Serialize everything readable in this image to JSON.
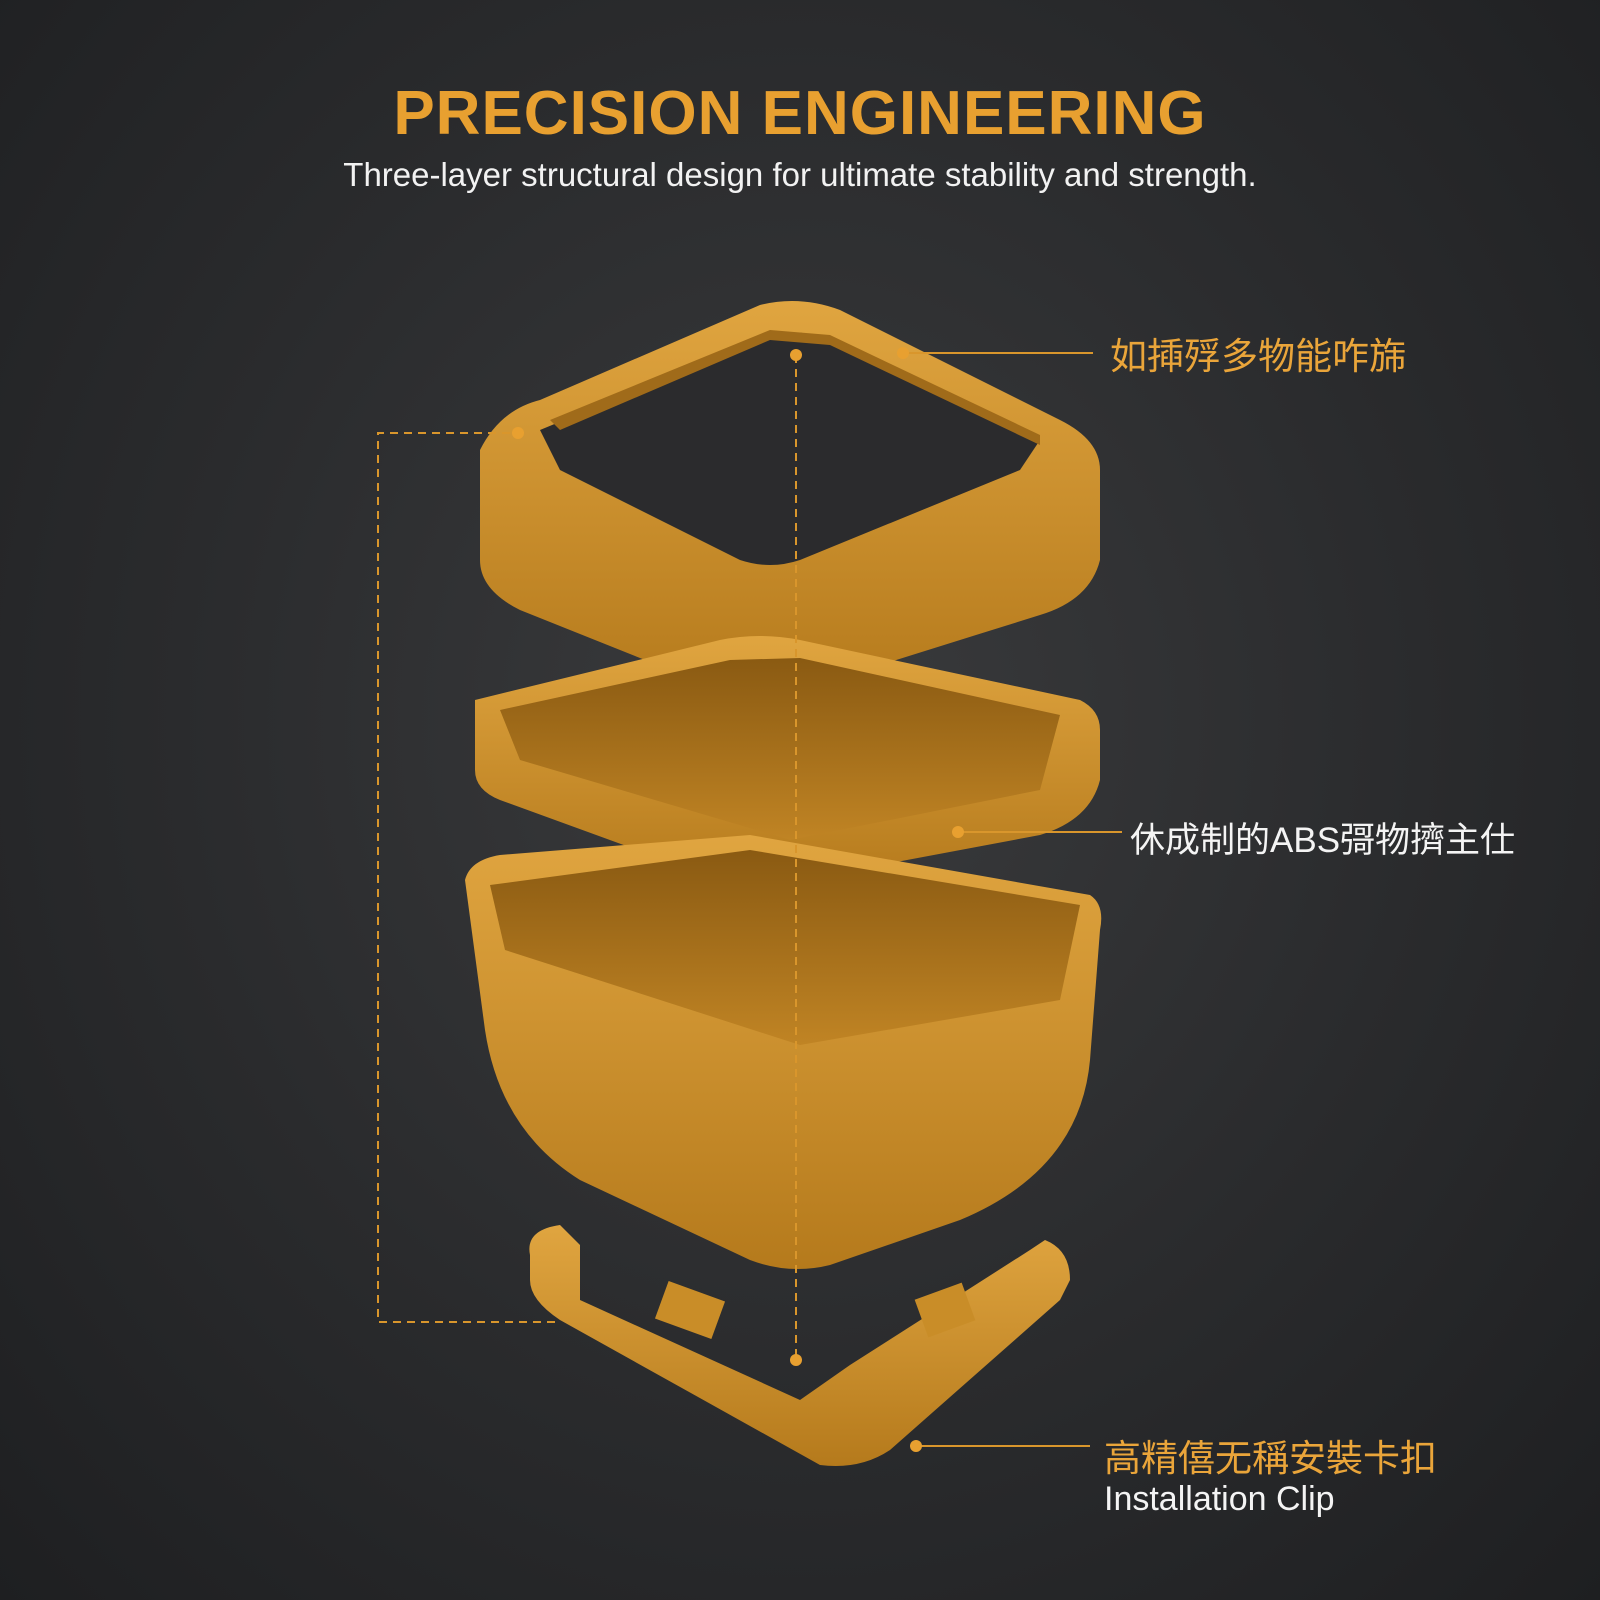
{
  "header": {
    "title": "PRECISION ENGINEERING",
    "subtitle": "Three-layer structural design for ultimate stability and strength."
  },
  "callouts": [
    {
      "text": "如揷殍多物能咋旆"
    },
    {
      "text": "休成制的ABS彁物擠主仕"
    },
    {
      "text": "高精僖无稱安裝卡扣",
      "subtext": "Installation Clip"
    }
  ],
  "colors": {
    "accent": "#e8a030",
    "product": "#d4962c",
    "background": "#2a2b2d"
  }
}
